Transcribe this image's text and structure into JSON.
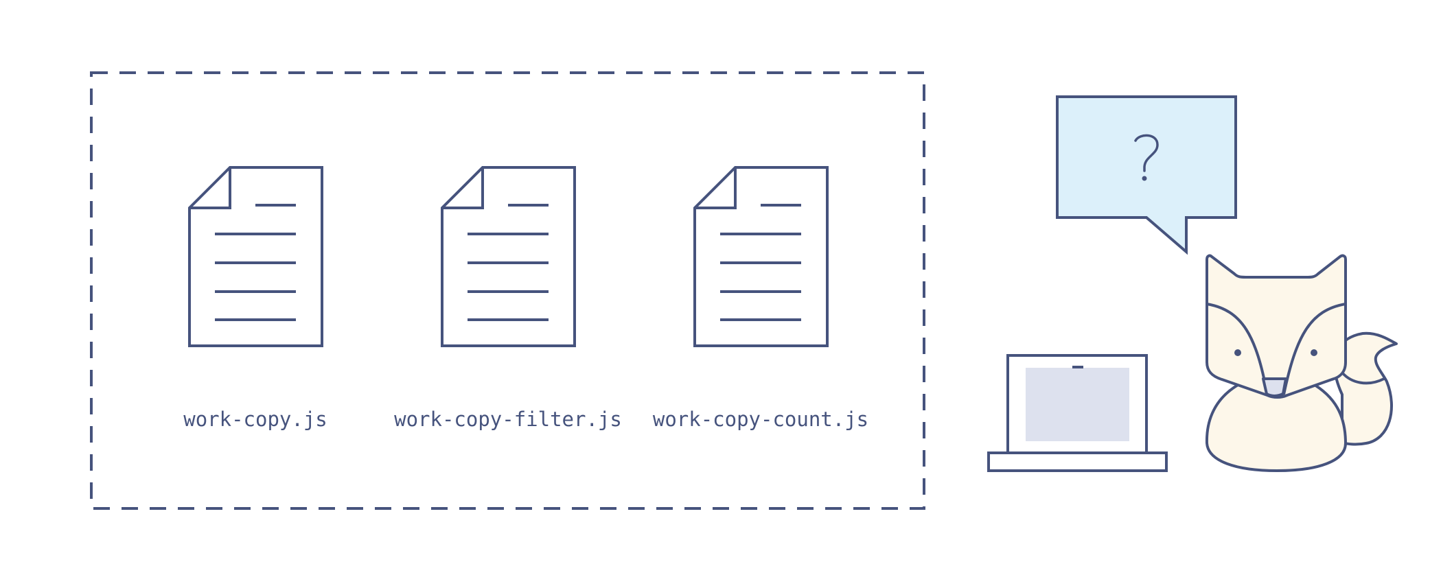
{
  "palette": {
    "stroke": "#46537d",
    "bubble_fill": "#dcf0fa",
    "screen_fill": "#dde1ee",
    "fox_fill": "#fdf7ea",
    "background": "#ffffff"
  },
  "files": [
    {
      "name": "work-copy.js",
      "icon": "document-icon"
    },
    {
      "name": "work-copy-filter.js",
      "icon": "document-icon"
    },
    {
      "name": "work-copy-count.js",
      "icon": "document-icon"
    }
  ],
  "speech_bubble": {
    "text": "?"
  },
  "illustration": {
    "icons": [
      "laptop-icon",
      "fox-mascot-icon",
      "speech-bubble-icon"
    ]
  }
}
